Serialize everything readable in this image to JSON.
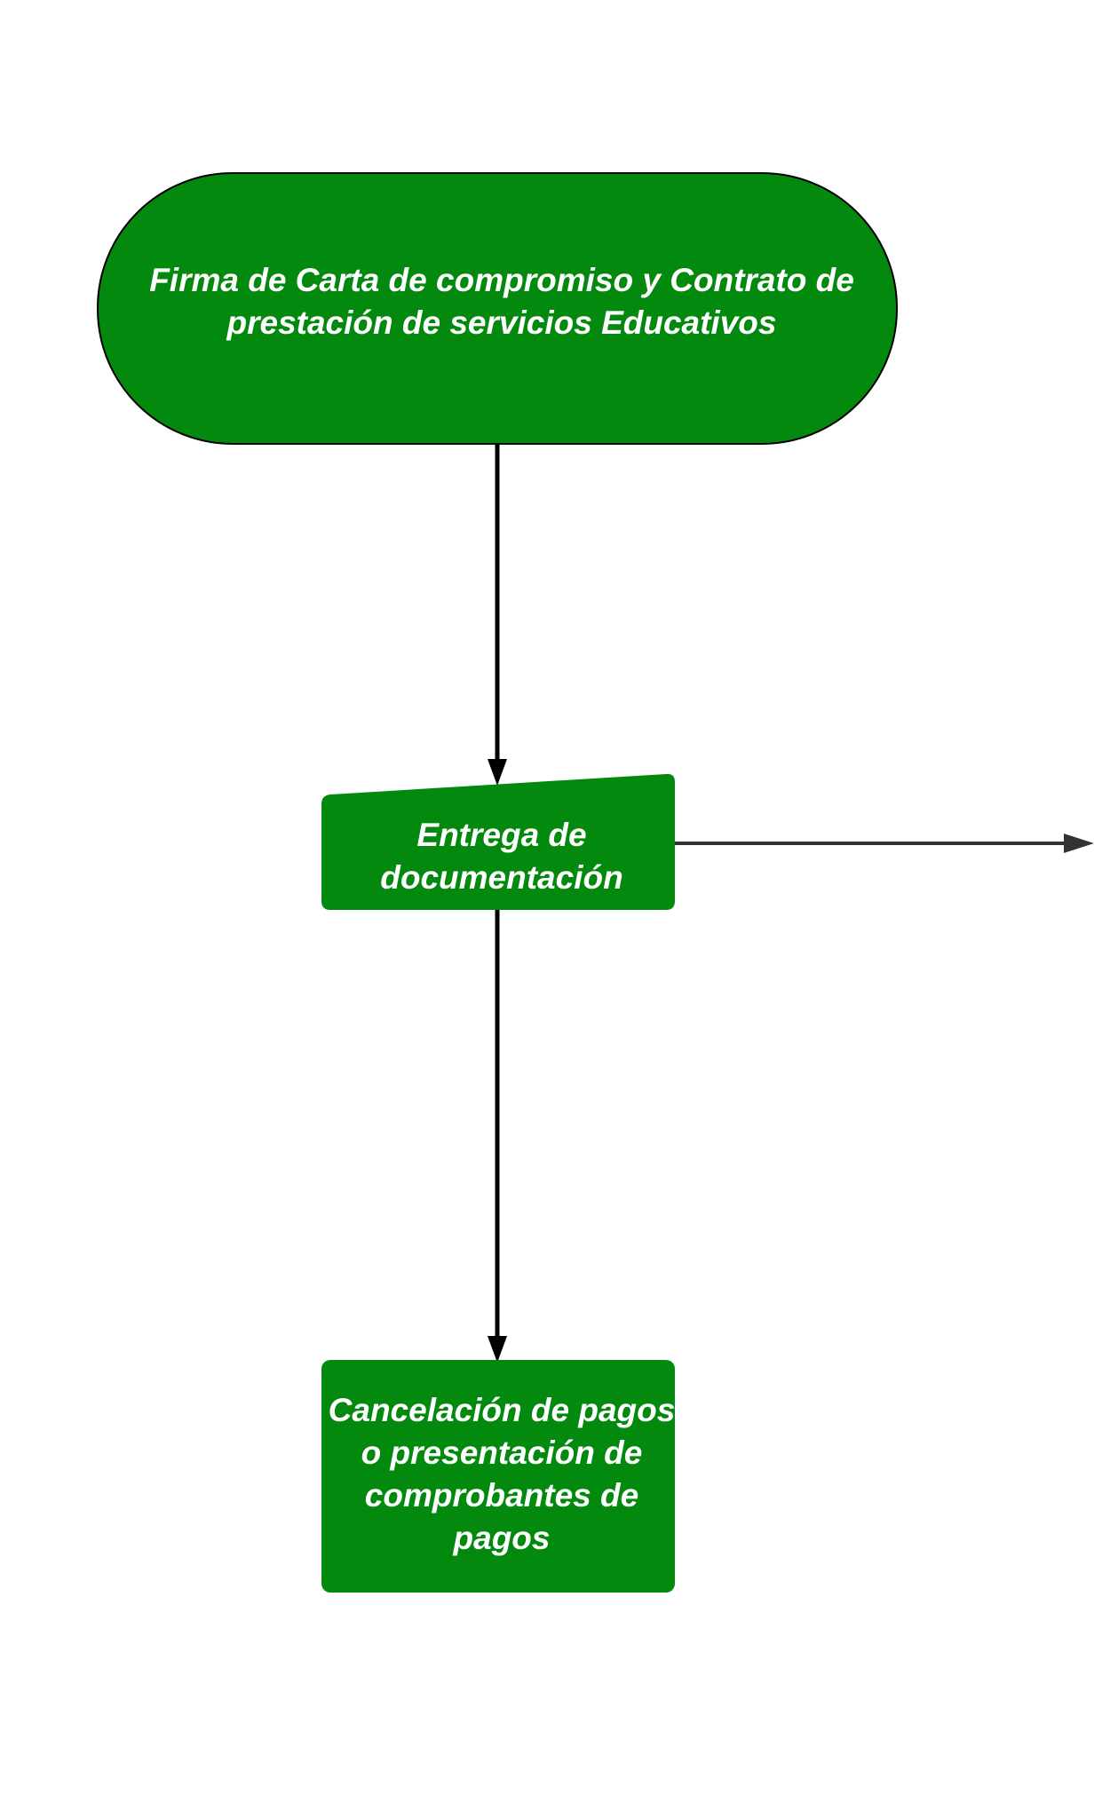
{
  "colors": {
    "node_fill": "#04890f",
    "node_stroke": "#000000",
    "node_text": "#ffffff",
    "arrow": "#000000",
    "arrow_side": "#333333",
    "background": "#ffffff"
  },
  "nodes": {
    "start": {
      "shape": "terminator",
      "label": "Firma de Carta de compromiso y Contrato de prestación de servicios Educativos"
    },
    "entrega": {
      "shape": "manual-input",
      "label": "Entrega de documentación"
    },
    "cancelacion": {
      "shape": "process",
      "label": "Cancelación de pagos o presentación de comprobantes de pagos"
    }
  },
  "edges": [
    {
      "from": "start",
      "to": "entrega"
    },
    {
      "from": "entrega",
      "to": "cancelacion"
    },
    {
      "from": "entrega",
      "to": "offscreen-right"
    }
  ]
}
